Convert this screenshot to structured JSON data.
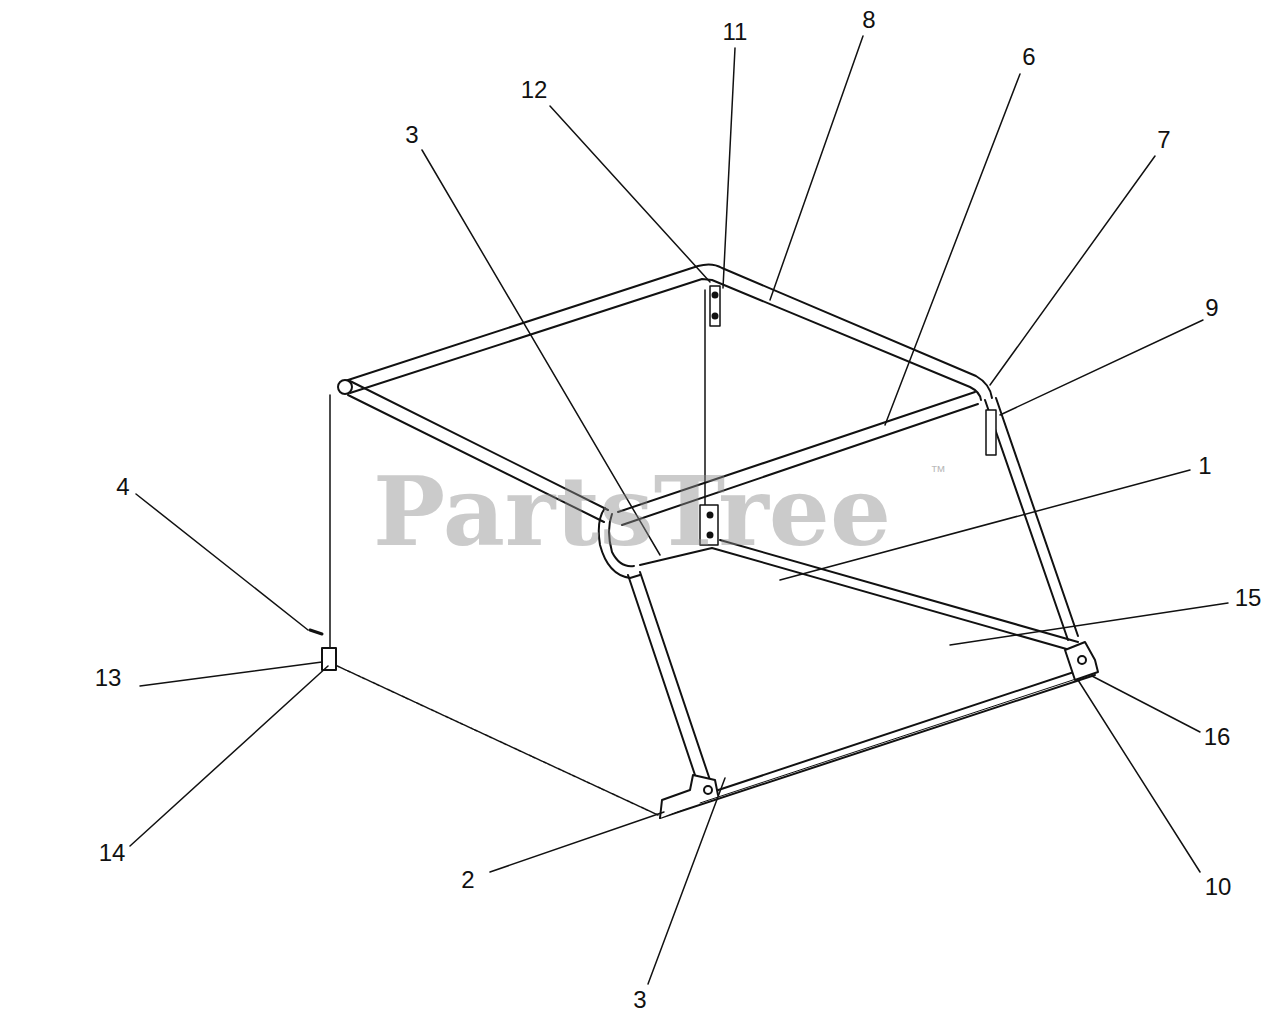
{
  "diagram": {
    "labels": [
      "11",
      "8",
      "12",
      "6",
      "3",
      "7",
      "9",
      "1",
      "4",
      "15",
      "13",
      "16",
      "14",
      "2",
      "10",
      "3",
      "PartsTree",
      "™"
    ]
  }
}
